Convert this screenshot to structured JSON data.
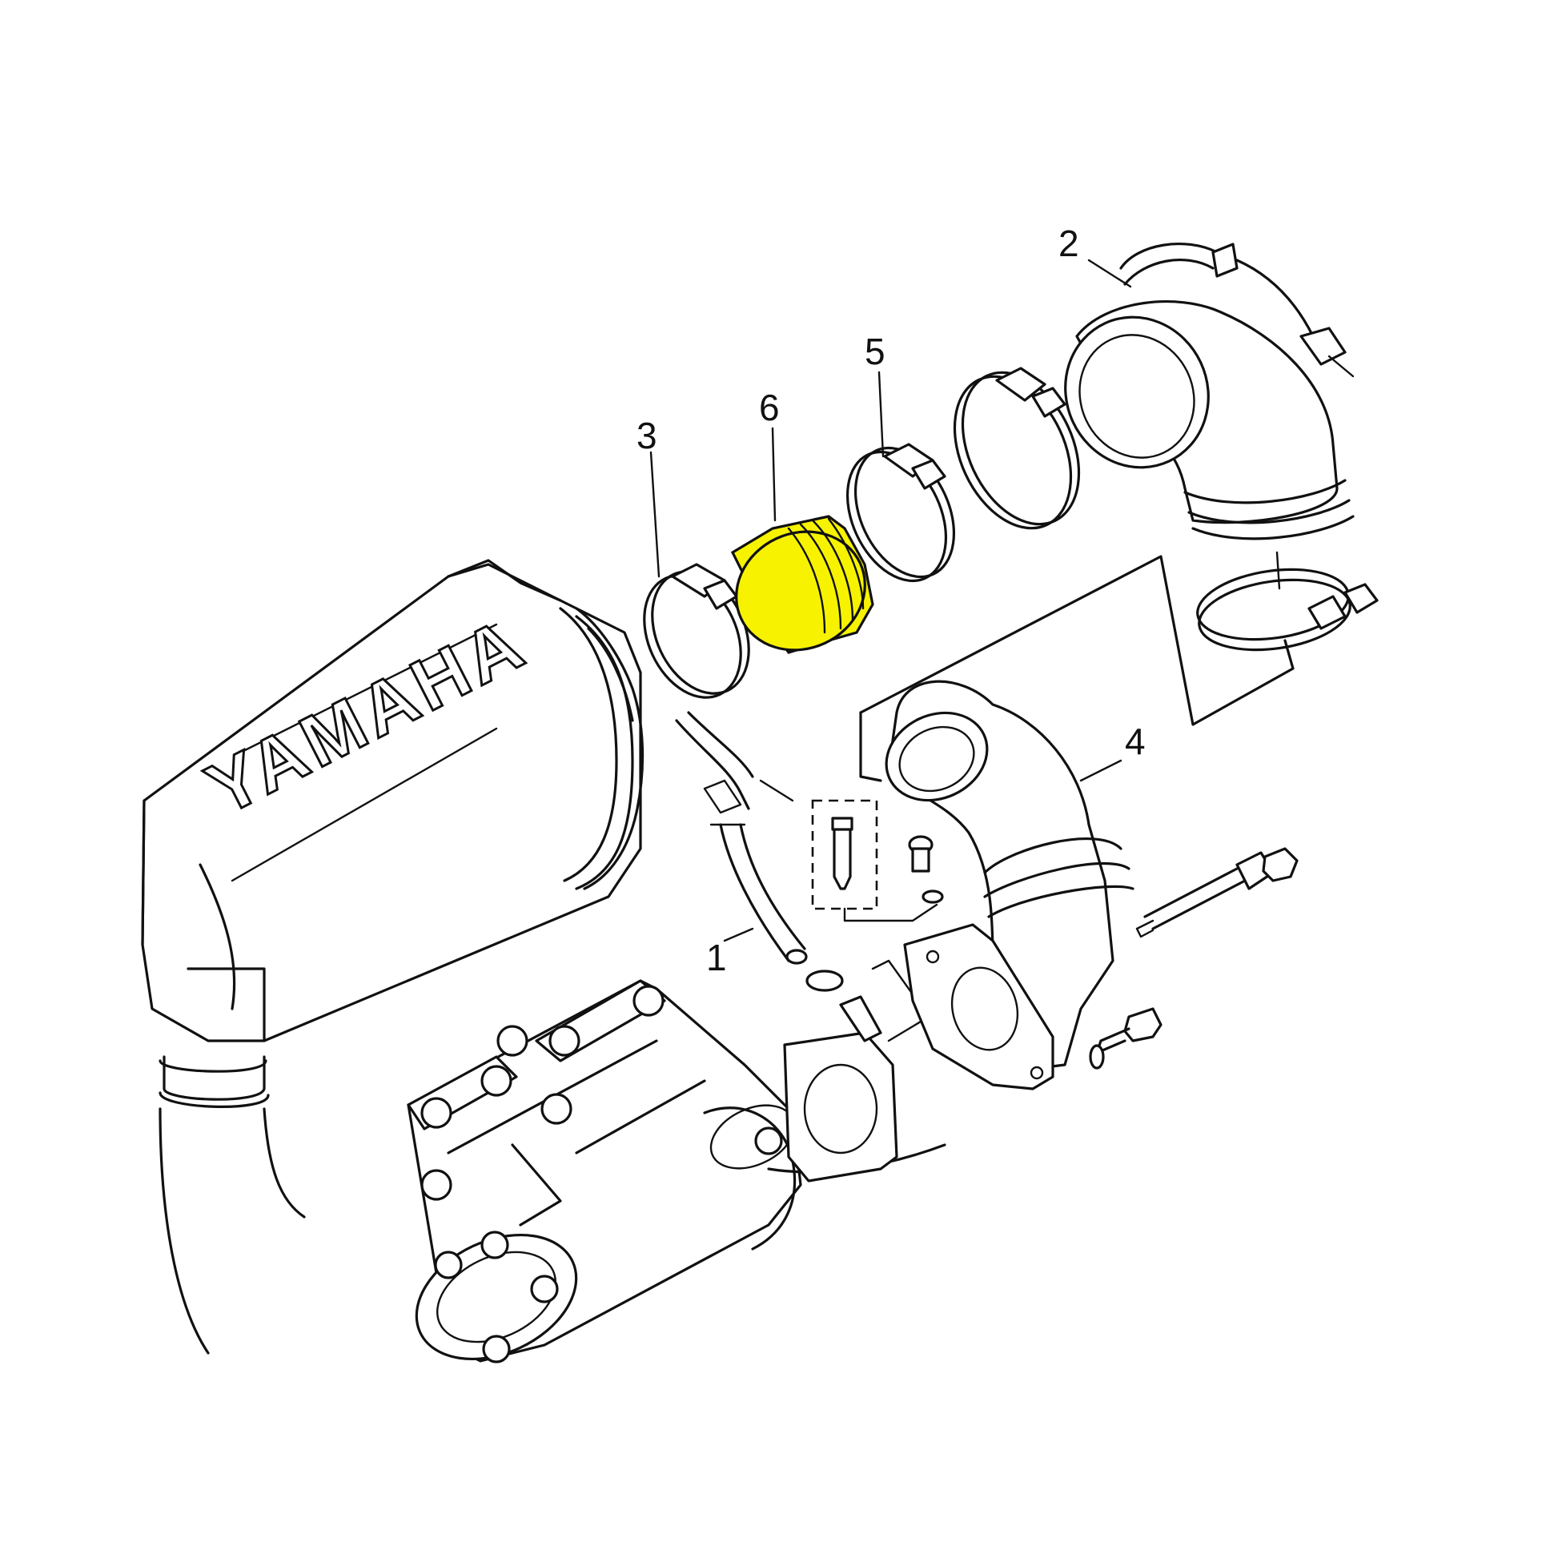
{
  "brand_text": "YAMAHA",
  "highlight_color": "#f7f300",
  "line_color": "#111111",
  "callouts": [
    {
      "id": "1",
      "label": "1"
    },
    {
      "id": "2",
      "label": "2"
    },
    {
      "id": "3",
      "label": "3"
    },
    {
      "id": "4",
      "label": "4"
    },
    {
      "id": "5",
      "label": "5"
    },
    {
      "id": "6",
      "label": "6"
    }
  ]
}
